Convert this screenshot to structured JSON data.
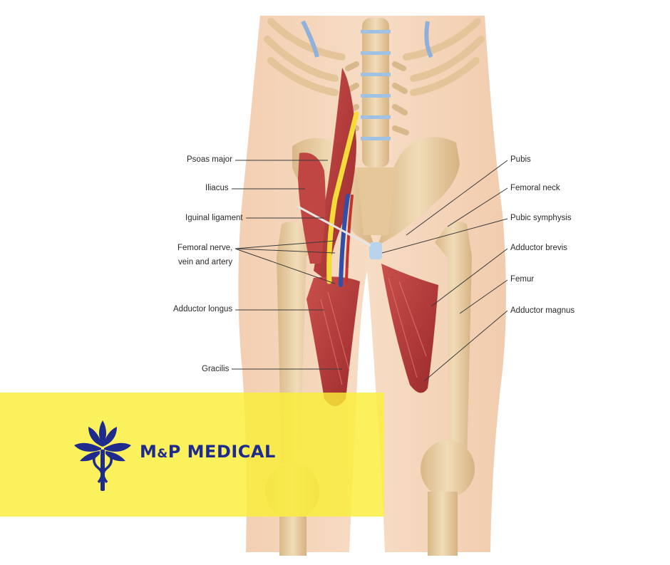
{
  "labels_left": {
    "psoas_major": "Psoas major",
    "iliacus": "Iliacus",
    "inguinal_ligament": "Iguinal ligament",
    "femoral_nerve_line1": "Femoral nerve,",
    "femoral_nerve_line2": "vein and artery",
    "adductor_longus": "Adductor longus",
    "gracilis": "Gracilis"
  },
  "labels_right": {
    "pubis": "Pubis",
    "femoral_neck": "Femoral neck",
    "pubic_symphysis": "Pubic symphysis",
    "adductor_brevis": "Adductor brevis",
    "femur": "Femur",
    "adductor_magnus": "Adductor magnus"
  },
  "brand": {
    "name_m": "M",
    "name_amp": "&",
    "name_rest": "P MEDICAL"
  },
  "colors": {
    "skin": "#f2c9a8",
    "bone": "#e9cfa4",
    "muscle": "#b83a3a",
    "nerve": "#f4dc3a",
    "vein": "#2f4fa8",
    "banner": "#f7ea3a",
    "brand": "#1e2a8c"
  }
}
